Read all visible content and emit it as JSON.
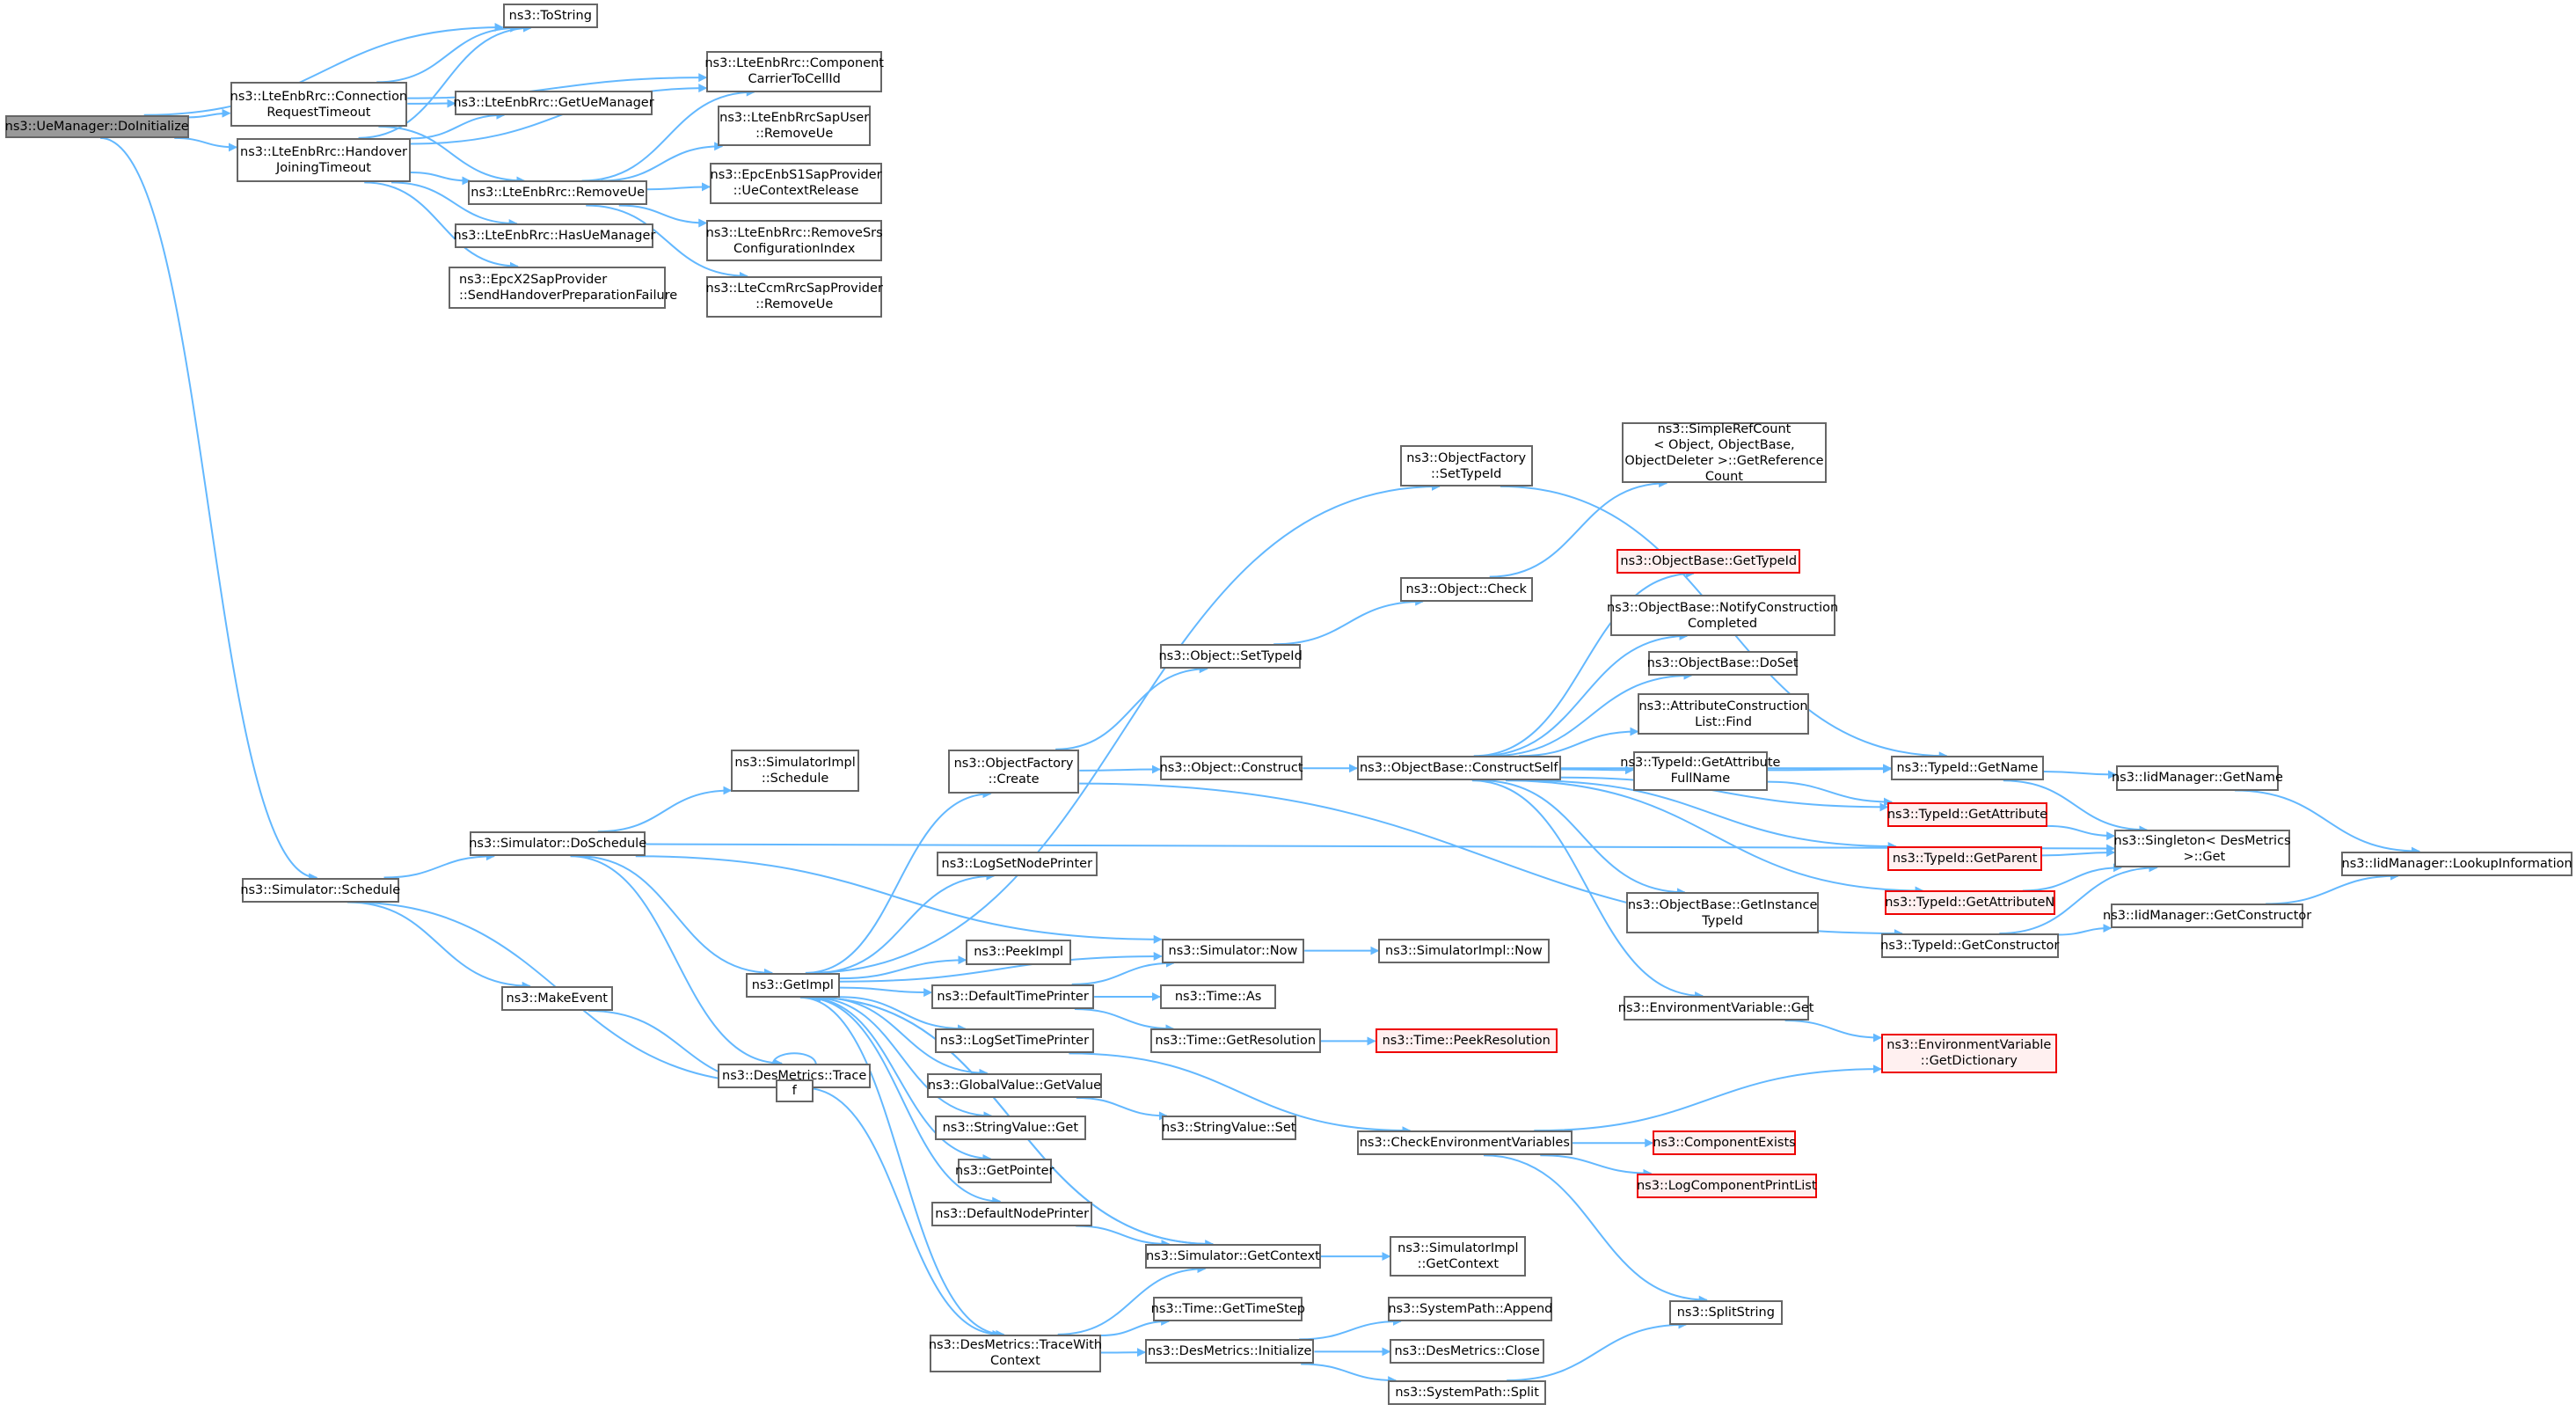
{
  "title": "ns3::UeManager::DoInitialize call graph",
  "colors": {
    "edge": "#63b8ff",
    "node_border": "#666666",
    "root_fill": "#999999",
    "missing_fill": "#fff0f0",
    "missing_border": "#ff0000"
  },
  "nodes": [
    {
      "id": "root",
      "label": "ns3::UeManager::DoInitialize",
      "kind": "root"
    },
    {
      "id": "tostring",
      "label": "ns3::ToString"
    },
    {
      "id": "connreq",
      "label": "ns3::LteEnbRrc::Connection\nRequestTimeout"
    },
    {
      "id": "hojoin",
      "label": "ns3::LteEnbRrc::Handover\nJoiningTimeout"
    },
    {
      "id": "cc2cell",
      "label": "ns3::LteEnbRrc::Component\nCarrierToCellId"
    },
    {
      "id": "getuemgr",
      "label": "ns3::LteEnbRrc::GetUeManager"
    },
    {
      "id": "sapuser_rm",
      "label": "ns3::LteEnbRrcSapUser\n::RemoveUe"
    },
    {
      "id": "removeue",
      "label": "ns3::LteEnbRrc::RemoveUe"
    },
    {
      "id": "s1ctx",
      "label": "ns3::EpcEnbS1SapProvider\n::UeContextRelease"
    },
    {
      "id": "rmsrs",
      "label": "ns3::LteEnbRrc::RemoveSrs\nConfigurationIndex"
    },
    {
      "id": "hasuemgr",
      "label": "ns3::LteEnbRrc::HasUeManager"
    },
    {
      "id": "ccm_rm",
      "label": "ns3::LteCcmRrcSapProvider\n::RemoveUe"
    },
    {
      "id": "x2fail",
      "label": "ns3::EpcX2SapProvider\n::SendHandoverPreparationFailure",
      "align": "left"
    },
    {
      "id": "simsched",
      "label": "ns3::Simulator::Schedule"
    },
    {
      "id": "dosched",
      "label": "ns3::Simulator::DoSchedule"
    },
    {
      "id": "implsched",
      "label": "ns3::SimulatorImpl\n::Schedule"
    },
    {
      "id": "makeevent",
      "label": "ns3::MakeEvent"
    },
    {
      "id": "getimpl",
      "label": "ns3::GetImpl"
    },
    {
      "id": "trace",
      "label": "ns3::DesMetrics::Trace"
    },
    {
      "id": "f",
      "label": "f"
    },
    {
      "id": "ofcreate",
      "label": "ns3::ObjectFactory\n::Create"
    },
    {
      "id": "lognode",
      "label": "ns3::LogSetNodePrinter"
    },
    {
      "id": "peekimpl",
      "label": "ns3::PeekImpl"
    },
    {
      "id": "deftime",
      "label": "ns3::DefaultTimePrinter"
    },
    {
      "id": "logtime",
      "label": "ns3::LogSetTimePrinter"
    },
    {
      "id": "gvget",
      "label": "ns3::GlobalValue::GetValue"
    },
    {
      "id": "svget",
      "label": "ns3::StringValue::Get"
    },
    {
      "id": "getptr",
      "label": "ns3::GetPointer"
    },
    {
      "id": "defnode",
      "label": "ns3::DefaultNodePrinter"
    },
    {
      "id": "tracectx",
      "label": "ns3::DesMetrics::TraceWith\nContext"
    },
    {
      "id": "simnow",
      "label": "ns3::Simulator::Now"
    },
    {
      "id": "implnow",
      "label": "ns3::SimulatorImpl::Now"
    },
    {
      "id": "timeas",
      "label": "ns3::Time::As"
    },
    {
      "id": "getres",
      "label": "ns3::Time::GetResolution"
    },
    {
      "id": "peekres",
      "label": "ns3::Time::PeekResolution",
      "kind": "missing"
    },
    {
      "id": "svset",
      "label": "ns3::StringValue::Set"
    },
    {
      "id": "getctx",
      "label": "ns3::Simulator::GetContext"
    },
    {
      "id": "implctx",
      "label": "ns3::SimulatorImpl\n::GetContext"
    },
    {
      "id": "timestep",
      "label": "ns3::Time::GetTimeStep"
    },
    {
      "id": "dminit",
      "label": "ns3::DesMetrics::Initialize"
    },
    {
      "id": "spappend",
      "label": "ns3::SystemPath::Append"
    },
    {
      "id": "dmclose",
      "label": "ns3::DesMetrics::Close"
    },
    {
      "id": "spsplit",
      "label": "ns3::SystemPath::Split"
    },
    {
      "id": "checkenv",
      "label": "ns3::CheckEnvironmentVariables"
    },
    {
      "id": "compexists",
      "label": "ns3::ComponentExists",
      "kind": "missing"
    },
    {
      "id": "logprint",
      "label": "ns3::LogComponentPrintList",
      "kind": "missing"
    },
    {
      "id": "splitstr",
      "label": "ns3::SplitString"
    },
    {
      "id": "ofsettid",
      "label": "ns3::ObjectFactory\n::SetTypeId"
    },
    {
      "id": "objsettid",
      "label": "ns3::Object::SetTypeId"
    },
    {
      "id": "objcheck",
      "label": "ns3::Object::Check"
    },
    {
      "id": "objconstruct",
      "label": "ns3::Object::Construct"
    },
    {
      "id": "cself",
      "label": "ns3::ObjectBase::ConstructSelf"
    },
    {
      "id": "refcount",
      "label": "ns3::SimpleRefCount\n< Object, ObjectBase,\nObjectDeleter >::GetReference\nCount"
    },
    {
      "id": "obgettid",
      "label": "ns3::ObjectBase::GetTypeId",
      "kind": "missing"
    },
    {
      "id": "notify",
      "label": "ns3::ObjectBase::NotifyConstruction\nCompleted"
    },
    {
      "id": "doset",
      "label": "ns3::ObjectBase::DoSet"
    },
    {
      "id": "aclfind",
      "label": "ns3::AttributeConstruction\nList::Find"
    },
    {
      "id": "attrfull",
      "label": "ns3::TypeId::GetAttribute\nFullName"
    },
    {
      "id": "instid",
      "label": "ns3::ObjectBase::GetInstance\nTypeId"
    },
    {
      "id": "envget",
      "label": "ns3::EnvironmentVariable::Get"
    },
    {
      "id": "envdict",
      "label": "ns3::EnvironmentVariable\n::GetDictionary",
      "kind": "missing"
    },
    {
      "id": "tidname",
      "label": "ns3::TypeId::GetName"
    },
    {
      "id": "tidattr",
      "label": "ns3::TypeId::GetAttribute",
      "kind": "missing"
    },
    {
      "id": "tidparent",
      "label": "ns3::TypeId::GetParent",
      "kind": "missing"
    },
    {
      "id": "tidattrn",
      "label": "ns3::TypeId::GetAttributeN",
      "kind": "missing"
    },
    {
      "id": "tidctor",
      "label": "ns3::TypeId::GetConstructor"
    },
    {
      "id": "singleton",
      "label": "ns3::Singleton< DesMetrics\n >::Get"
    },
    {
      "id": "iidname",
      "label": "ns3::IidManager::GetName"
    },
    {
      "id": "iidctor",
      "label": "ns3::IidManager::GetConstructor"
    },
    {
      "id": "iidlookup",
      "label": "ns3::IidManager::LookupInformation"
    }
  ],
  "edges": [
    [
      "root",
      "tostring"
    ],
    [
      "root",
      "connreq"
    ],
    [
      "root",
      "hojoin"
    ],
    [
      "root",
      "simsched"
    ],
    [
      "connreq",
      "tostring"
    ],
    [
      "connreq",
      "cc2cell"
    ],
    [
      "connreq",
      "getuemgr"
    ],
    [
      "connreq",
      "removeue"
    ],
    [
      "hojoin",
      "tostring"
    ],
    [
      "hojoin",
      "getuemgr"
    ],
    [
      "hojoin",
      "cc2cell"
    ],
    [
      "hojoin",
      "removeue"
    ],
    [
      "hojoin",
      "hasuemgr"
    ],
    [
      "hojoin",
      "x2fail"
    ],
    [
      "removeue",
      "cc2cell"
    ],
    [
      "removeue",
      "sapuser_rm"
    ],
    [
      "removeue",
      "s1ctx"
    ],
    [
      "removeue",
      "rmsrs"
    ],
    [
      "removeue",
      "ccm_rm"
    ],
    [
      "simsched",
      "dosched"
    ],
    [
      "simsched",
      "makeevent"
    ],
    [
      "simsched",
      "f"
    ],
    [
      "dosched",
      "implsched"
    ],
    [
      "dosched",
      "getimpl"
    ],
    [
      "dosched",
      "trace"
    ],
    [
      "dosched",
      "simnow"
    ],
    [
      "dosched",
      "singleton"
    ],
    [
      "makeevent",
      "f"
    ],
    [
      "f",
      "f"
    ],
    [
      "trace",
      "tracectx"
    ],
    [
      "getimpl",
      "ofcreate"
    ],
    [
      "getimpl",
      "ofsettid"
    ],
    [
      "getimpl",
      "lognode"
    ],
    [
      "getimpl",
      "simnow"
    ],
    [
      "getimpl",
      "peekimpl"
    ],
    [
      "getimpl",
      "deftime"
    ],
    [
      "getimpl",
      "logtime"
    ],
    [
      "getimpl",
      "gvget"
    ],
    [
      "getimpl",
      "svget"
    ],
    [
      "getimpl",
      "getptr"
    ],
    [
      "getimpl",
      "defnode"
    ],
    [
      "getimpl",
      "getctx"
    ],
    [
      "getimpl",
      "tracectx"
    ],
    [
      "deftime",
      "simnow"
    ],
    [
      "deftime",
      "timeas"
    ],
    [
      "deftime",
      "getres"
    ],
    [
      "simnow",
      "implnow"
    ],
    [
      "getres",
      "peekres"
    ],
    [
      "logtime",
      "checkenv"
    ],
    [
      "gvget",
      "svset"
    ],
    [
      "defnode",
      "getctx"
    ],
    [
      "getctx",
      "implctx"
    ],
    [
      "getctx",
      "getimpl"
    ],
    [
      "tracectx",
      "getctx"
    ],
    [
      "tracectx",
      "timestep"
    ],
    [
      "tracectx",
      "dminit"
    ],
    [
      "dminit",
      "spappend"
    ],
    [
      "dminit",
      "dmclose"
    ],
    [
      "dminit",
      "spsplit"
    ],
    [
      "spsplit",
      "splitstr"
    ],
    [
      "checkenv",
      "envdict"
    ],
    [
      "checkenv",
      "compexists"
    ],
    [
      "checkenv",
      "logprint"
    ],
    [
      "checkenv",
      "splitstr"
    ],
    [
      "ofcreate",
      "objsettid"
    ],
    [
      "ofcreate",
      "objconstruct"
    ],
    [
      "ofcreate",
      "tidctor"
    ],
    [
      "ofsettid",
      "tidname"
    ],
    [
      "objsettid",
      "objcheck"
    ],
    [
      "objcheck",
      "refcount"
    ],
    [
      "objconstruct",
      "cself"
    ],
    [
      "cself",
      "tidname"
    ],
    [
      "cself",
      "obgettid"
    ],
    [
      "cself",
      "notify"
    ],
    [
      "cself",
      "doset"
    ],
    [
      "cself",
      "aclfind"
    ],
    [
      "cself",
      "attrfull"
    ],
    [
      "cself",
      "tidattr"
    ],
    [
      "cself",
      "tidparent"
    ],
    [
      "cself",
      "tidattrn"
    ],
    [
      "cself",
      "instid"
    ],
    [
      "cself",
      "envget"
    ],
    [
      "attrfull",
      "tidname"
    ],
    [
      "attrfull",
      "tidattr"
    ],
    [
      "envget",
      "envdict"
    ],
    [
      "tidname",
      "iidname"
    ],
    [
      "tidname",
      "singleton"
    ],
    [
      "tidattr",
      "singleton"
    ],
    [
      "tidparent",
      "singleton"
    ],
    [
      "tidattrn",
      "singleton"
    ],
    [
      "tidctor",
      "singleton"
    ],
    [
      "tidctor",
      "iidctor"
    ],
    [
      "iidname",
      "iidlookup"
    ],
    [
      "iidctor",
      "iidlookup"
    ]
  ]
}
